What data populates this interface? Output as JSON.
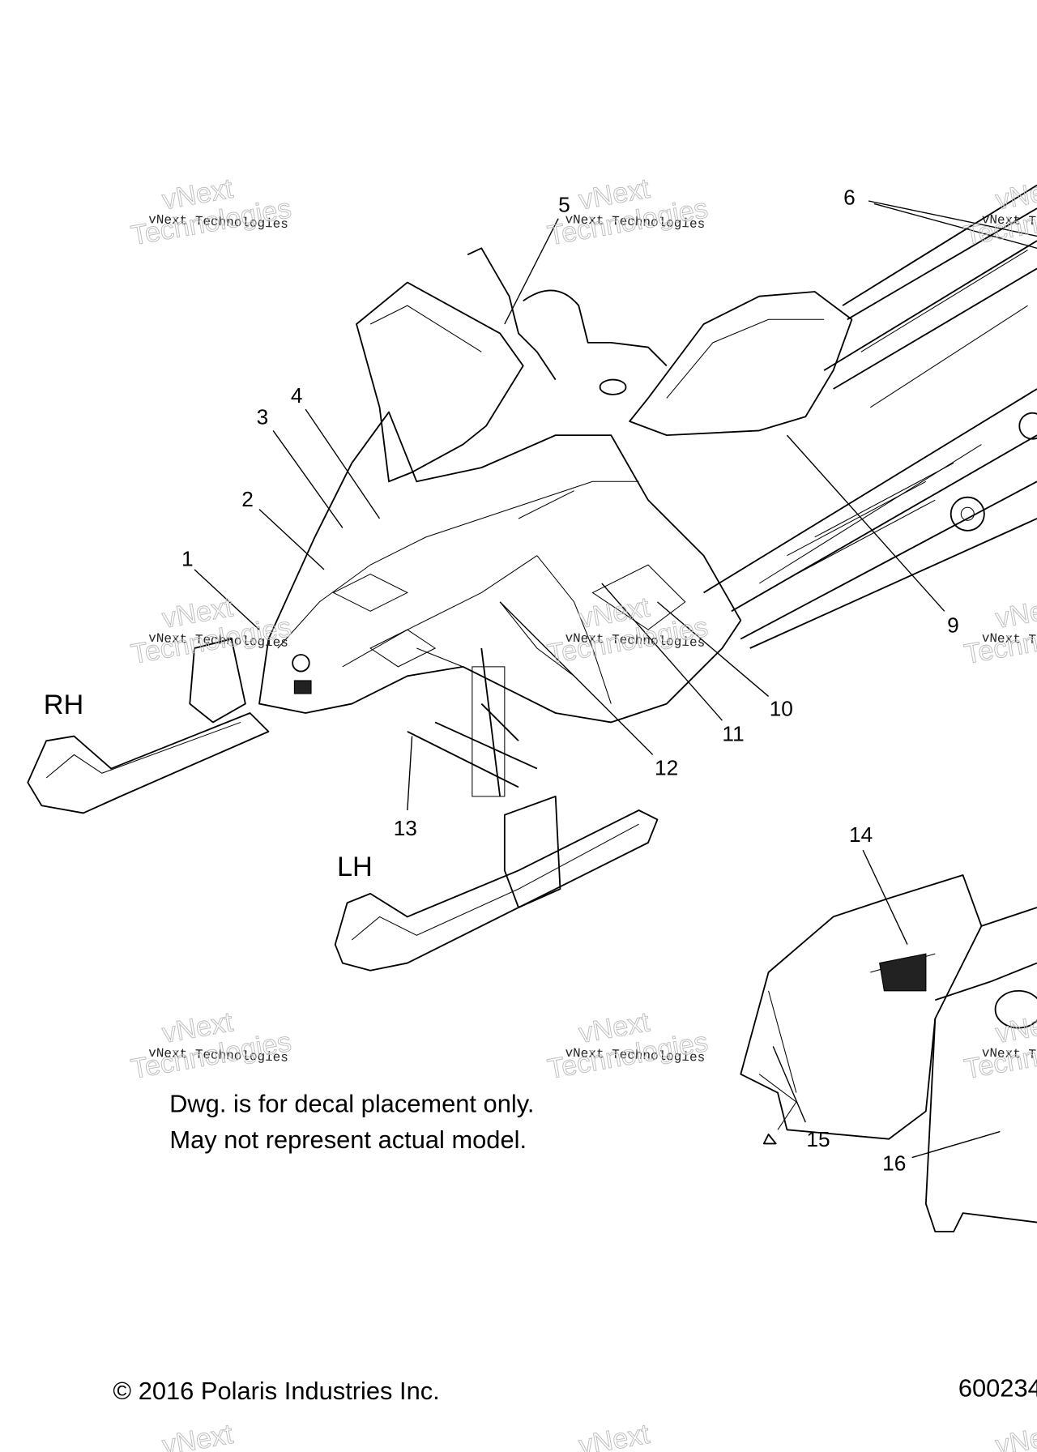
{
  "diagram": {
    "callouts": [
      "1",
      "2",
      "3",
      "4",
      "5",
      "6",
      "9",
      "10",
      "11",
      "12",
      "13",
      "14",
      "15",
      "16"
    ],
    "side_labels": {
      "rh": "RH",
      "lh": "LH"
    },
    "note": [
      "Dwg. is for decal placement only.",
      "May not represent actual model."
    ],
    "copyright": "© 2016 Polaris Industries Inc.",
    "drawing_number": "600234",
    "watermark": {
      "line1": "vNext Technologies",
      "outline_top": "vNext",
      "outline_bottom": "Technologies"
    }
  }
}
